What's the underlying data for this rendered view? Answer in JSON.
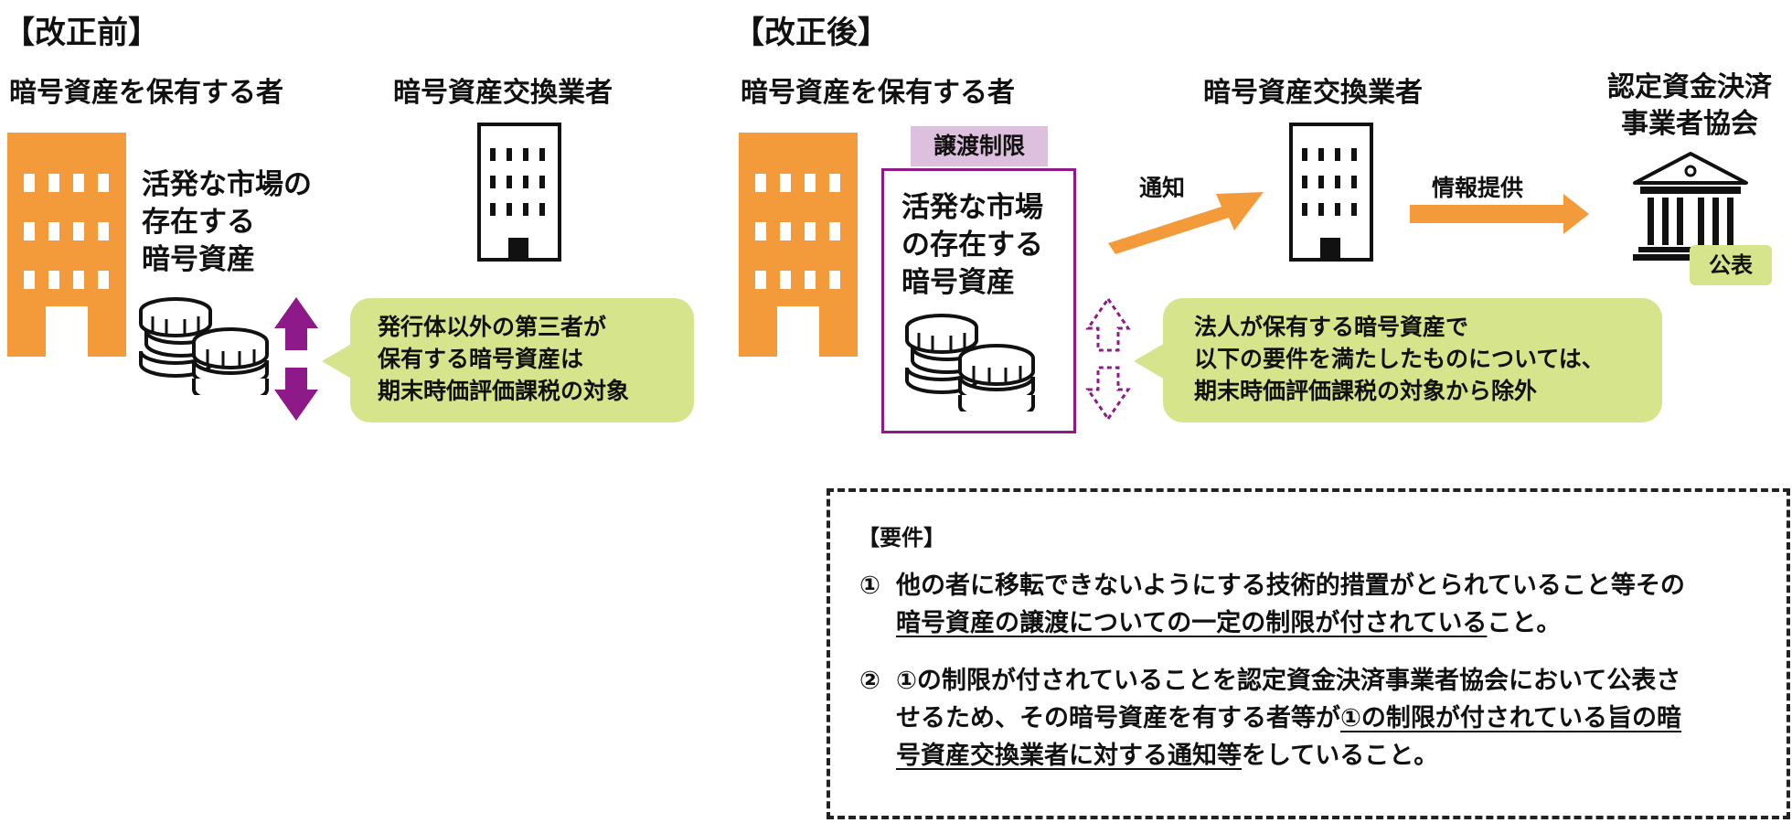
{
  "before": {
    "title": "【改正前】",
    "holder_label": "暗号資産を保有する者",
    "exchange_label": "暗号資産交換業者",
    "asset_lines": [
      "活発な市場の",
      "存在する",
      "暗号資産"
    ],
    "bubble_lines": [
      "発行体以外の第三者が",
      "保有する暗号資産は",
      "期末時価評価課税の対象"
    ]
  },
  "after": {
    "title": "【改正後】",
    "holder_label": "暗号資産を保有する者",
    "exchange_label": "暗号資産交換業者",
    "association_lines": [
      "認定資金決済",
      "事業者協会"
    ],
    "restriction_tag": "譲渡制限",
    "asset_lines": [
      "活発な市場",
      "の存在する",
      "暗号資産"
    ],
    "notify_label": "通知",
    "info_label": "情報提供",
    "publish_label": "公表",
    "bubble_lines": [
      "法人が保有する暗号資産で",
      "以下の要件を満たしたものについては、",
      "期末時価評価課税の対象から除外"
    ]
  },
  "requirements": {
    "title": "【要件】",
    "item1_num": "①",
    "item1_text_a": "他の者に移転できないようにする技術的措置がとられていること等その",
    "item1_text_b_em": "暗号資産の譲渡についての一定の制限が付されている",
    "item1_text_c": "こと。",
    "item2_num": "②",
    "item2_text_a": "①の制限が付されていることを認定資金決済事業者協会において公表さ",
    "item2_text_b": "せるため、その暗号資産を有する者等が",
    "item2_text_c_em": "①の制限が付されている旨の暗",
    "item2_text_d_em": "号資産交換業者に対する通知等",
    "item2_text_e": "をしていること。"
  },
  "colors": {
    "orange": "#f39a3a",
    "purple": "#8e1a8a",
    "green_bubble": "#d6e48c",
    "tag_purple": "#dcc0dd"
  }
}
